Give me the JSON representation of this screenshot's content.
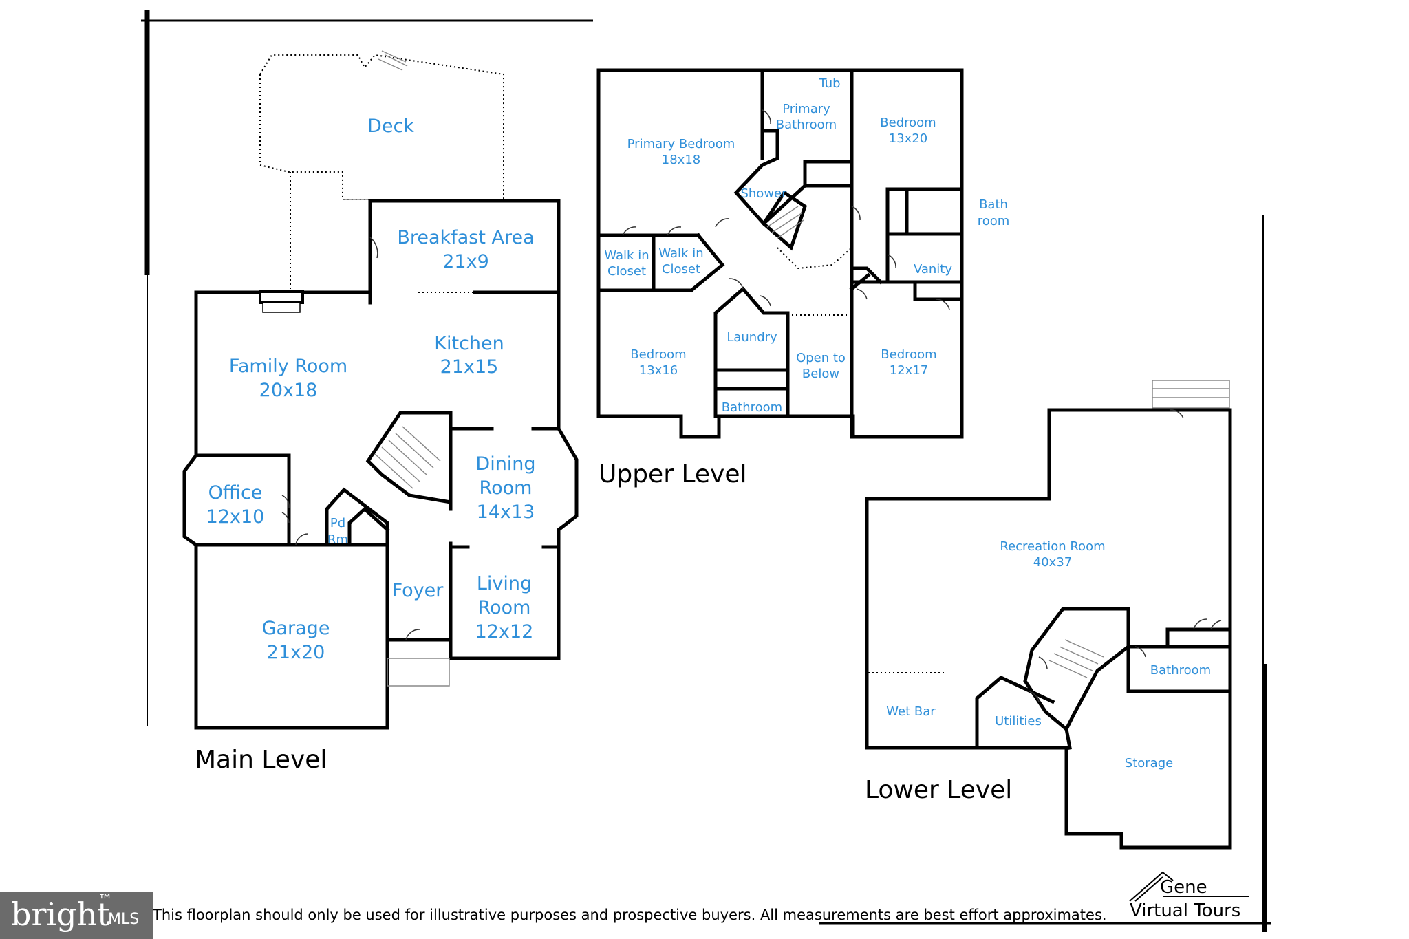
{
  "levels": {
    "main": "Main Level",
    "upper": "Upper Level",
    "lower": "Lower Level"
  },
  "main_rooms": {
    "deck": "Deck",
    "breakfast_name": "Breakfast Area",
    "breakfast_size": "21x9",
    "kitchen_name": "Kitchen",
    "kitchen_size": "21x15",
    "family_name": "Family Room",
    "family_size": "20x18",
    "office_name": "Office",
    "office_size": "12x10",
    "dining_line1": "Dining",
    "dining_line2": "Room",
    "dining_size": "14x13",
    "pd_line1": "Pd",
    "pd_line2": "Rm",
    "foyer": "Foyer",
    "living_line1": "Living",
    "living_line2": "Room",
    "living_size": "12x12",
    "garage_name": "Garage",
    "garage_size": "21x20"
  },
  "upper_rooms": {
    "tub": "Tub",
    "primary_bath_line1": "Primary",
    "primary_bath_line2": "Bathroom",
    "primary_bed_name": "Primary Bedroom",
    "primary_bed_size": "18x18",
    "bed1_name": "Bedroom",
    "bed1_size": "13x20",
    "shower": "Shower",
    "bathroom_line1": "Bath",
    "bathroom_line2": "room",
    "wic1_line1": "Walk in",
    "wic1_line2": "Closet",
    "wic2_line1": "Walk in",
    "wic2_line2": "Closet",
    "vanity": "Vanity",
    "laundry": "Laundry",
    "bed2_name": "Bedroom",
    "bed2_size": "13x16",
    "open_line1": "Open to",
    "open_line2": "Below",
    "bed3_name": "Bedroom",
    "bed3_size": "12x17",
    "bath2": "Bathroom"
  },
  "lower_rooms": {
    "rec_name": "Recreation Room",
    "rec_size": "40x37",
    "bathroom": "Bathroom",
    "wet_bar": "Wet Bar",
    "utilities": "Utilities",
    "storage": "Storage"
  },
  "footer": {
    "disclaimer": "This floorplan should only be used for illustrative purposes and prospective buyers. All measurements are best effort approximates.",
    "mls_logo_main": "bright",
    "mls_logo_tm": "™",
    "mls_logo_sub": "MLS",
    "gene_line1": "Gene",
    "gene_line2": "Virtual Tours"
  }
}
